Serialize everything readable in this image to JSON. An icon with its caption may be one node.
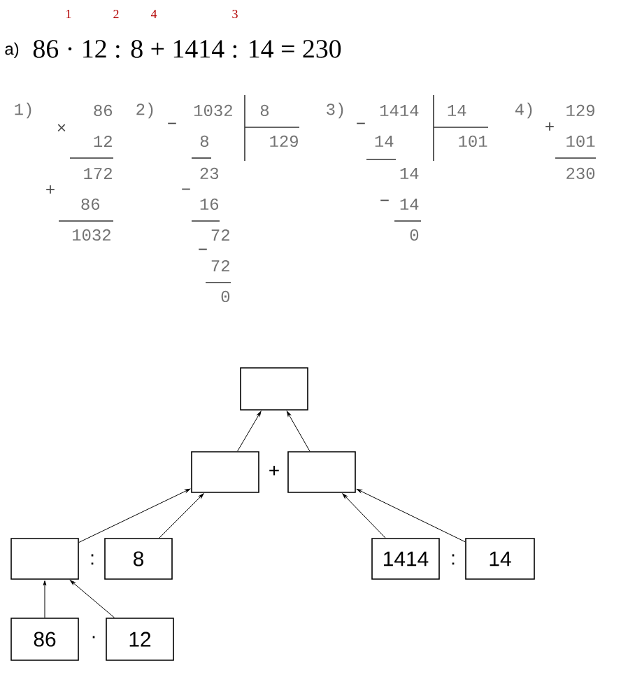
{
  "diagram": {
    "nodes": [
      {
        "text": [],
        "shape": "box"
      },
      {
        "text": [],
        "shape": "box"
      },
      {
        "text": [],
        "shape": "box"
      },
      {
        "text": [],
        "shape": "box"
      },
      {
        "text": [
          "8"
        ]
      },
      {
        "text": [
          "1414"
        ]
      },
      {
        "text": [
          "14"
        ]
      },
      {
        "text": [
          "86"
        ]
      },
      {
        "text": [
          "12"
        ]
      }
    ],
    "edges": [
      {
        "from": 1,
        "to": 0,
        "arrow": "to"
      },
      {
        "from": 2,
        "to": 0,
        "arrow": "to"
      },
      {
        "from": 3,
        "to": 1,
        "arrow": "to"
      },
      {
        "from": 4,
        "to": 1,
        "arrow": "to"
      },
      {
        "from": 5,
        "to": 2,
        "arrow": "to"
      },
      {
        "from": 6,
        "to": 2,
        "arrow": "to"
      },
      {
        "from": 7,
        "to": 3,
        "arrow": "to"
      },
      {
        "from": 8,
        "to": 3,
        "arrow": "to"
      }
    ],
    "labels": [
      "1",
      "2",
      "4",
      "3",
      "a)",
      "86 · 12 : 8 + 1414 : 14 = 230",
      "1)",
      "×",
      "86",
      "12",
      "172",
      "+",
      "86",
      "1032",
      "2)",
      "−",
      "1032",
      "8",
      "23",
      "−",
      "16",
      "72",
      "−",
      "72",
      "0",
      "8",
      "129",
      "3)",
      "−",
      "1414",
      "14",
      "−",
      "14",
      "14",
      "0",
      "14",
      "101",
      "4)",
      "+",
      "129",
      "101",
      "230",
      "+",
      ":",
      "·",
      ":"
    ]
  }
}
